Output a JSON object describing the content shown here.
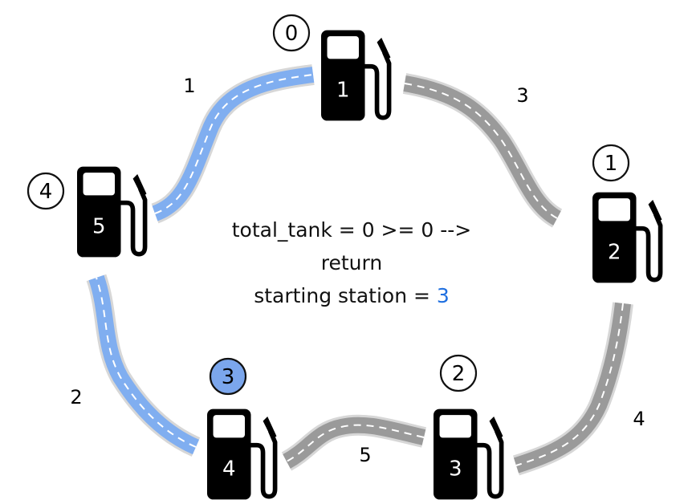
{
  "colors": {
    "highlight_road": "#80aef0",
    "normal_road": "#9a9a9a",
    "pump": "#000000",
    "start_badge_fill": "#7ba6ec",
    "start_value_text": "#1f6fe0"
  },
  "stations": [
    {
      "index": "0",
      "pump_number": "1",
      "badge_highlighted": false
    },
    {
      "index": "1",
      "pump_number": "2",
      "badge_highlighted": false
    },
    {
      "index": "2",
      "pump_number": "3",
      "badge_highlighted": false
    },
    {
      "index": "3",
      "pump_number": "4",
      "badge_highlighted": true
    },
    {
      "index": "4",
      "pump_number": "5",
      "badge_highlighted": false
    }
  ],
  "roads": [
    {
      "from": "0",
      "to": "1",
      "label": "3",
      "highlighted": false
    },
    {
      "from": "1",
      "to": "2",
      "label": "4",
      "highlighted": false
    },
    {
      "from": "2",
      "to": "3",
      "label": "5",
      "highlighted": false
    },
    {
      "from": "3",
      "to": "4",
      "label": "2",
      "highlighted": true
    },
    {
      "from": "4",
      "to": "0",
      "label": "1",
      "highlighted": true
    }
  ],
  "center": {
    "line1": "total_tank = 0 >= 0 -->",
    "line2": "return",
    "line3_prefix": "starting station = ",
    "line3_value": "3"
  }
}
